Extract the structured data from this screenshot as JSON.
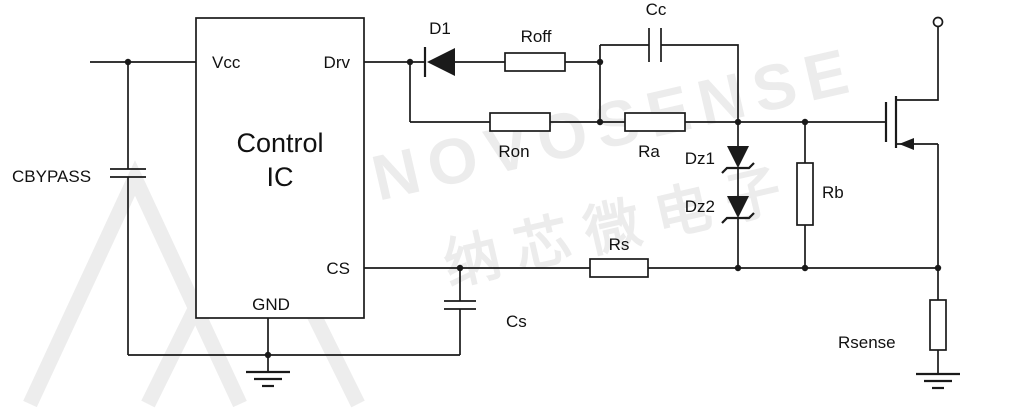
{
  "ic": {
    "label_line1": "Control",
    "label_line2": "IC",
    "pin_vcc": "Vcc",
    "pin_drv": "Drv",
    "pin_cs": "CS",
    "pin_gnd": "GND"
  },
  "labels": {
    "cbypass": "CBYPASS",
    "d1": "D1",
    "roff": "Roff",
    "cc": "Cc",
    "ron": "Ron",
    "ra": "Ra",
    "dz1": "Dz1",
    "dz2": "Dz2",
    "rb": "Rb",
    "rs": "Rs",
    "cs": "Cs",
    "rsense": "Rsense"
  },
  "watermark": {
    "brand": "NOVOSENSE",
    "cjk": "纳芯微电子"
  },
  "colors": {
    "line": "#1a1a1a",
    "watermark": "#ededed",
    "background": "#ffffff"
  }
}
